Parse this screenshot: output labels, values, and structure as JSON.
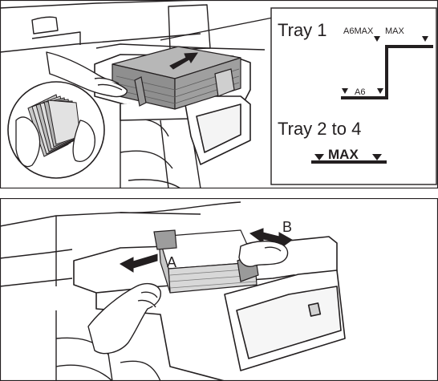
{
  "top_panel": {
    "callout": {
      "tray1_label": "Tray 1",
      "a6max_label": "A6MAX",
      "max_label": "MAX",
      "a6_label": "A6",
      "tray2to4_label": "Tray 2 to 4",
      "max_bar_label": "MAX"
    }
  },
  "bottom_panel": {
    "guide_a_label": "A",
    "guide_b_label": "B"
  }
}
